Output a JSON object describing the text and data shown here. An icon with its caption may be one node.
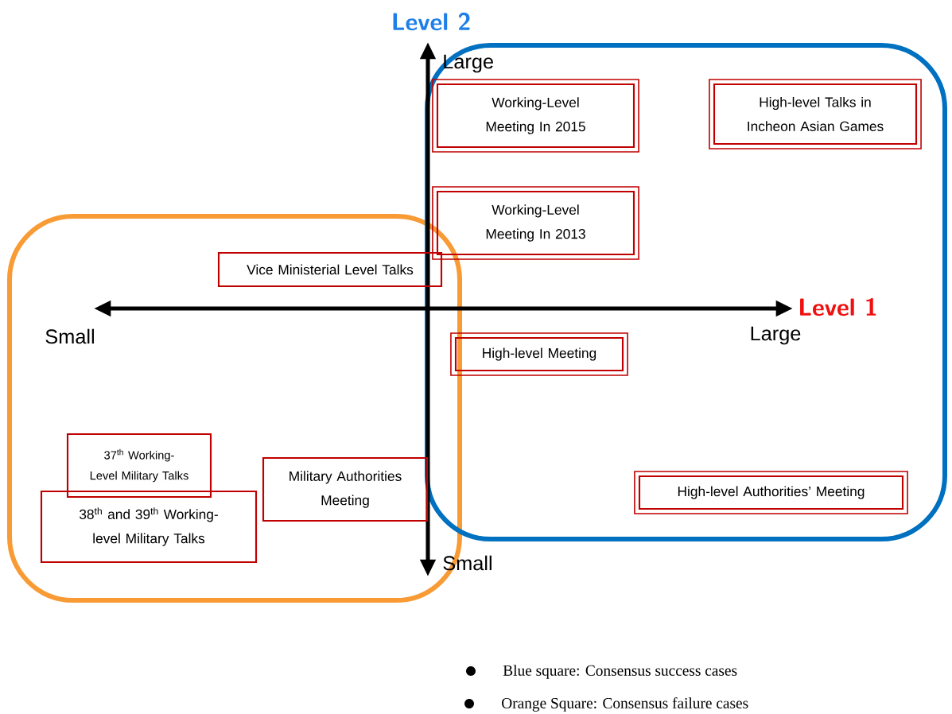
{
  "diagram": {
    "nodes": [
      {
        "text": [
          "Working-Level Meeting In 2015"
        ]
      },
      {
        "text": [
          "High-level Talks in Incheon Asian Games"
        ]
      },
      {
        "text": [
          "Working-Level Meeting In 2013"
        ]
      },
      {
        "text": [
          "Vice Ministerial Level Talks"
        ]
      },
      {
        "text": [
          "High-level Meeting"
        ]
      },
      {
        "text": [
          "37$^{th}$ Working-Level Military Talks"
        ]
      },
      {
        "text": [
          "38$^{th}$ and 39$^{th}$ Working-level Military Talks"
        ]
      },
      {
        "text": [
          "Military Authorities Meeting"
        ]
      },
      {
        "text": [
          "High-level Authorities’ Meeting"
        ]
      }
    ],
    "labels": [
      "Level 2",
      "Large",
      "Level 1",
      "Small",
      "Large",
      "Small",
      "Blue square: Consensus success cases",
      "Orange Square: Consensus failure cases"
    ]
  }
}
